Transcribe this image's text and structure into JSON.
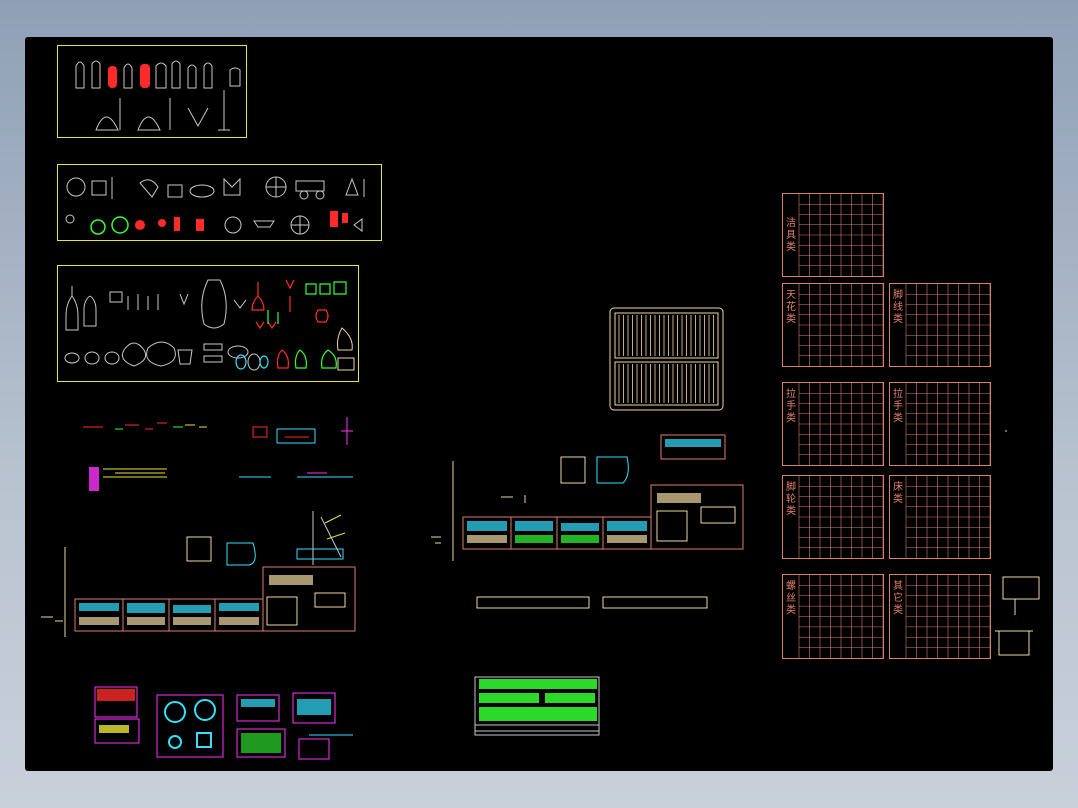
{
  "window": {
    "background": "#000000",
    "desktop_gradient": [
      "#8fa0b6",
      "#c9d0da"
    ]
  },
  "colors": {
    "frame_yellow": "#e6e633",
    "grid_salmon": "#d9806b",
    "label_salmon": "#e8806b",
    "accent_red": "#ff2a2a",
    "accent_green": "#33ff33",
    "accent_cyan": "#33e0ff",
    "accent_magenta": "#ff33ff",
    "figure_gray": "#c8c8c8",
    "cream": "#f0d8a0"
  },
  "category_panels": [
    {
      "id": "p1",
      "label": "洁具类"
    },
    {
      "id": "p2",
      "label": "天花类"
    },
    {
      "id": "p3",
      "label": "脚线类"
    },
    {
      "id": "p4",
      "label": "拉手类"
    },
    {
      "id": "p5",
      "label": "拉手类"
    },
    {
      "id": "p6",
      "label": "脚轮类"
    },
    {
      "id": "p7",
      "label": "床类"
    },
    {
      "id": "p8",
      "label": "螺丝类"
    },
    {
      "id": "p9",
      "label": "其它类"
    }
  ]
}
